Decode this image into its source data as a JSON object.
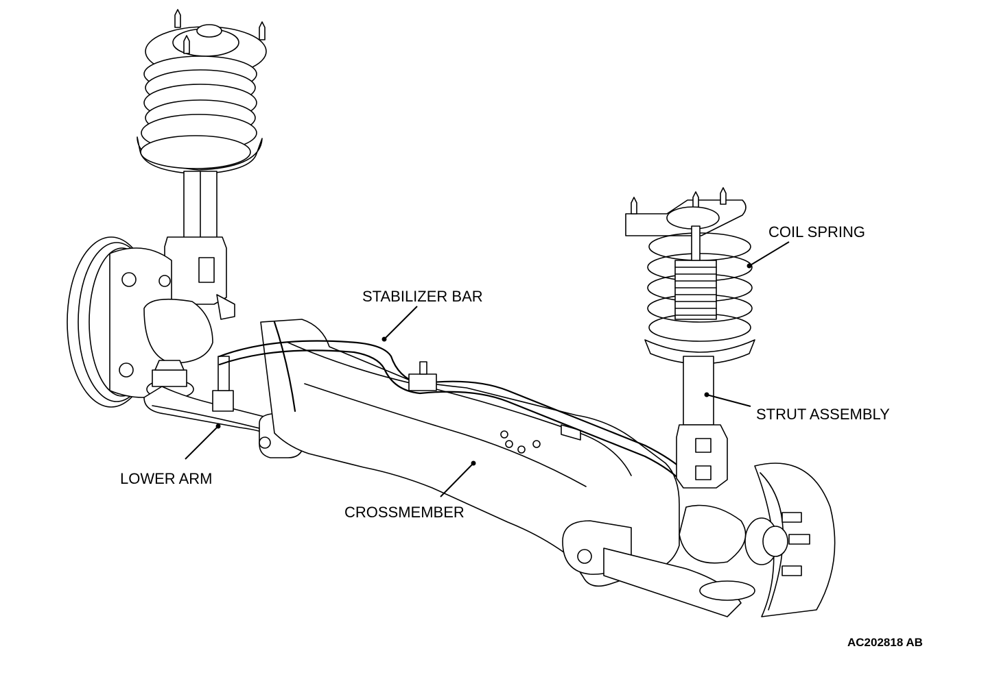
{
  "diagram": {
    "title": "Front Suspension Assembly",
    "labels": {
      "coil_spring": "COIL SPRING",
      "stabilizer_bar": "STABILIZER BAR",
      "strut_assembly": "STRUT ASSEMBLY",
      "lower_arm": "LOWER ARM",
      "crossmember": "CROSSMEMBER"
    },
    "figure_code": "AC202818 AB"
  }
}
